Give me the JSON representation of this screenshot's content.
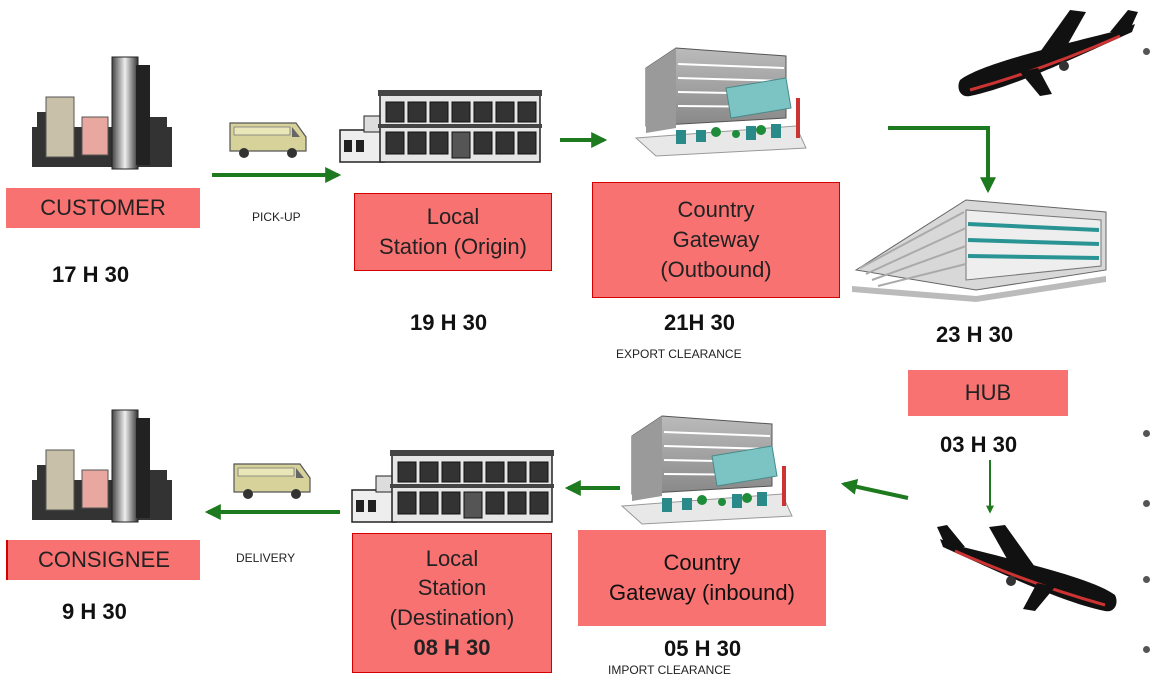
{
  "nodes": {
    "customer": {
      "label": "CUSTOMER",
      "time": "17 H 30"
    },
    "pickup": {
      "label": "PICK-UP"
    },
    "origin": {
      "line1": "Local",
      "line2": "Station (Origin)",
      "time": "19 H 30"
    },
    "outbound": {
      "line1": "Country",
      "line2": "Gateway",
      "line3": "(Outbound)",
      "time": "21H 30",
      "note": "EXPORT CLEARANCE"
    },
    "hub": {
      "label": "HUB",
      "time_in": "23 H 30",
      "time_out": "03 H 30"
    },
    "inbound": {
      "line1": "Country",
      "line2": "Gateway (inbound)",
      "time": "05 H 30",
      "note": "IMPORT CLEARANCE"
    },
    "destination": {
      "line1": "Local",
      "line2": "Station",
      "line3": "(Destination)",
      "time": "08 H 30"
    },
    "delivery": {
      "label": "DELIVERY"
    },
    "consignee": {
      "label": "CONSIGNEE",
      "time": "9 H 30"
    }
  },
  "colors": {
    "box": "#f87272",
    "arrow": "#1e7a1e",
    "border": "#d40000"
  },
  "icons": [
    "city-skyline-icon",
    "van-icon",
    "station-building-icon",
    "gateway-building-icon",
    "airplane-icon",
    "hub-building-icon"
  ]
}
